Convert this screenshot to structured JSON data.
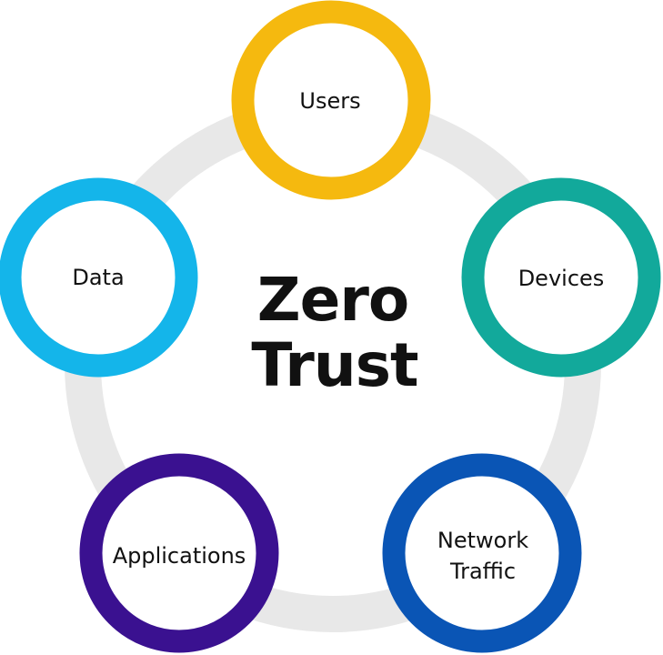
{
  "title": {
    "line1": "Zero",
    "line2": "Trust"
  },
  "ring_color": "#e8e8e8",
  "pillars": [
    {
      "line1": "Users",
      "line2": "",
      "color": "#f5b90f"
    },
    {
      "line1": "Devices",
      "line2": "",
      "color": "#12a99b"
    },
    {
      "line1": "Network",
      "line2": "Traffic",
      "color": "#0a55b5"
    },
    {
      "line1": "Applications",
      "line2": "",
      "color": "#3a1190"
    },
    {
      "line1": "Data",
      "line2": "",
      "color": "#14b5ea"
    }
  ]
}
